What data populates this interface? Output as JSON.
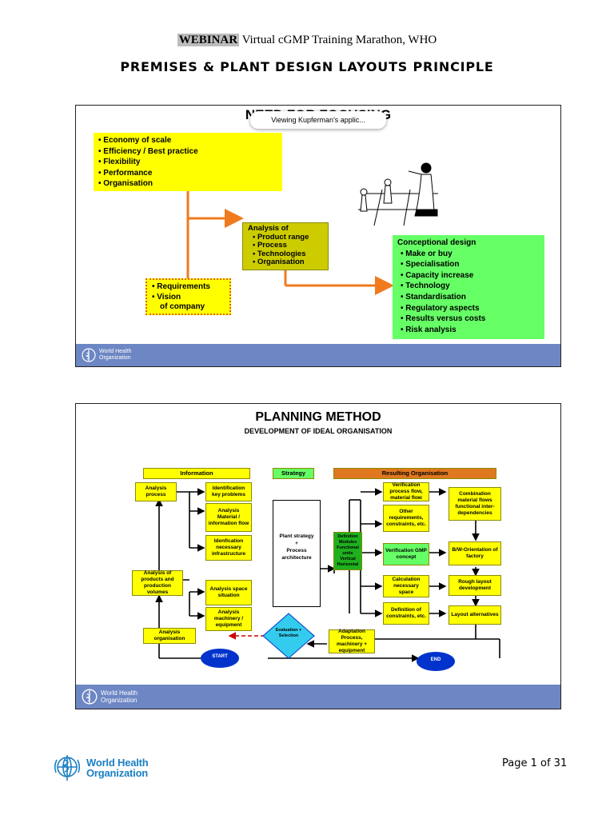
{
  "header": {
    "tag": "WEBINAR",
    "rest": " Virtual cGMP Training Marathon, WHO"
  },
  "doc_title": "PREMISES & PLANT DESIGN LAYOUTS PRINCIPLE",
  "slide1": {
    "title": "NEED FOR FOCUSING",
    "tooltip": "Viewing Kupferman's applic...",
    "goals": [
      "Economy of scale",
      "Efficiency / Best practice",
      "Flexibility",
      "Performance",
      "Organisation"
    ],
    "analysis_title": "Analysis of",
    "analysis_items": [
      "Product range",
      "Process",
      "Technologies",
      "Organisation"
    ],
    "requirements": [
      "Requirements",
      "Vision",
      "of company"
    ],
    "conceptional_title": "Conceptional design",
    "conceptional_items": [
      "Make or buy",
      "Specialisation",
      "Capacity increase",
      "Technology",
      "Standardisation",
      "Regulatory aspects",
      "Results versus costs",
      "Risk analysis"
    ],
    "footer_org": [
      "World Health",
      "Organization"
    ]
  },
  "slide2": {
    "title": "PLANNING METHOD",
    "subtitle": "DEVELOPMENT OF IDEAL ORGANISATION",
    "headers": {
      "information": "Information",
      "strategy": "Strategy",
      "resulting": "Resulting Organisation"
    },
    "boxes": {
      "analysis_process": "Analysis process",
      "identification": "Identification key problems",
      "analysis_material": "Analysis Material / information flow",
      "identification_infra": "Idenfication necessary infrastructure",
      "analysis_products": "Analysis of products and production volumes",
      "analysis_space": "Analysis space situation",
      "analysis_machinery": "Analysis machinery / equipment",
      "analysis_org": "Analysis organisation",
      "plant_strategy": "Plant strategy",
      "plus": "+",
      "process_architecture": "Process architecture",
      "definition_modules": "Definition Modules Functional units Vertical Horizontal",
      "verification_process": "Verification process flow, material flow",
      "other_requirements": "Other requirements, constraints, etc.",
      "verification_gmp": "Verification GMP concept",
      "calculation_space": "Calculation necessary space",
      "definition_constraints": "Definition of constraints, etc.",
      "adaptation": "Adaptation Process, machinery + equipment",
      "combination": "Combination material flows functional inter-dependencies",
      "orientation": "B/W-Orientation of factory",
      "rough_layout": "Rough layout development",
      "layout_alternatives": "Layout alternatives",
      "evaluation": "Evaluation + Selection",
      "start": "START",
      "end": "END"
    },
    "footer_org": [
      "World Health",
      "Organization"
    ]
  },
  "footer": {
    "org_line1": "World Health",
    "org_line2": "Organization",
    "page": "Page 1 of 31"
  },
  "colors": {
    "yellow": "#ffff00",
    "green": "#66ff66",
    "orange": "#f07a1e",
    "blue": "#0033cc",
    "footer_blue": "#6d86c4",
    "who_blue": "#1a7fc4"
  }
}
